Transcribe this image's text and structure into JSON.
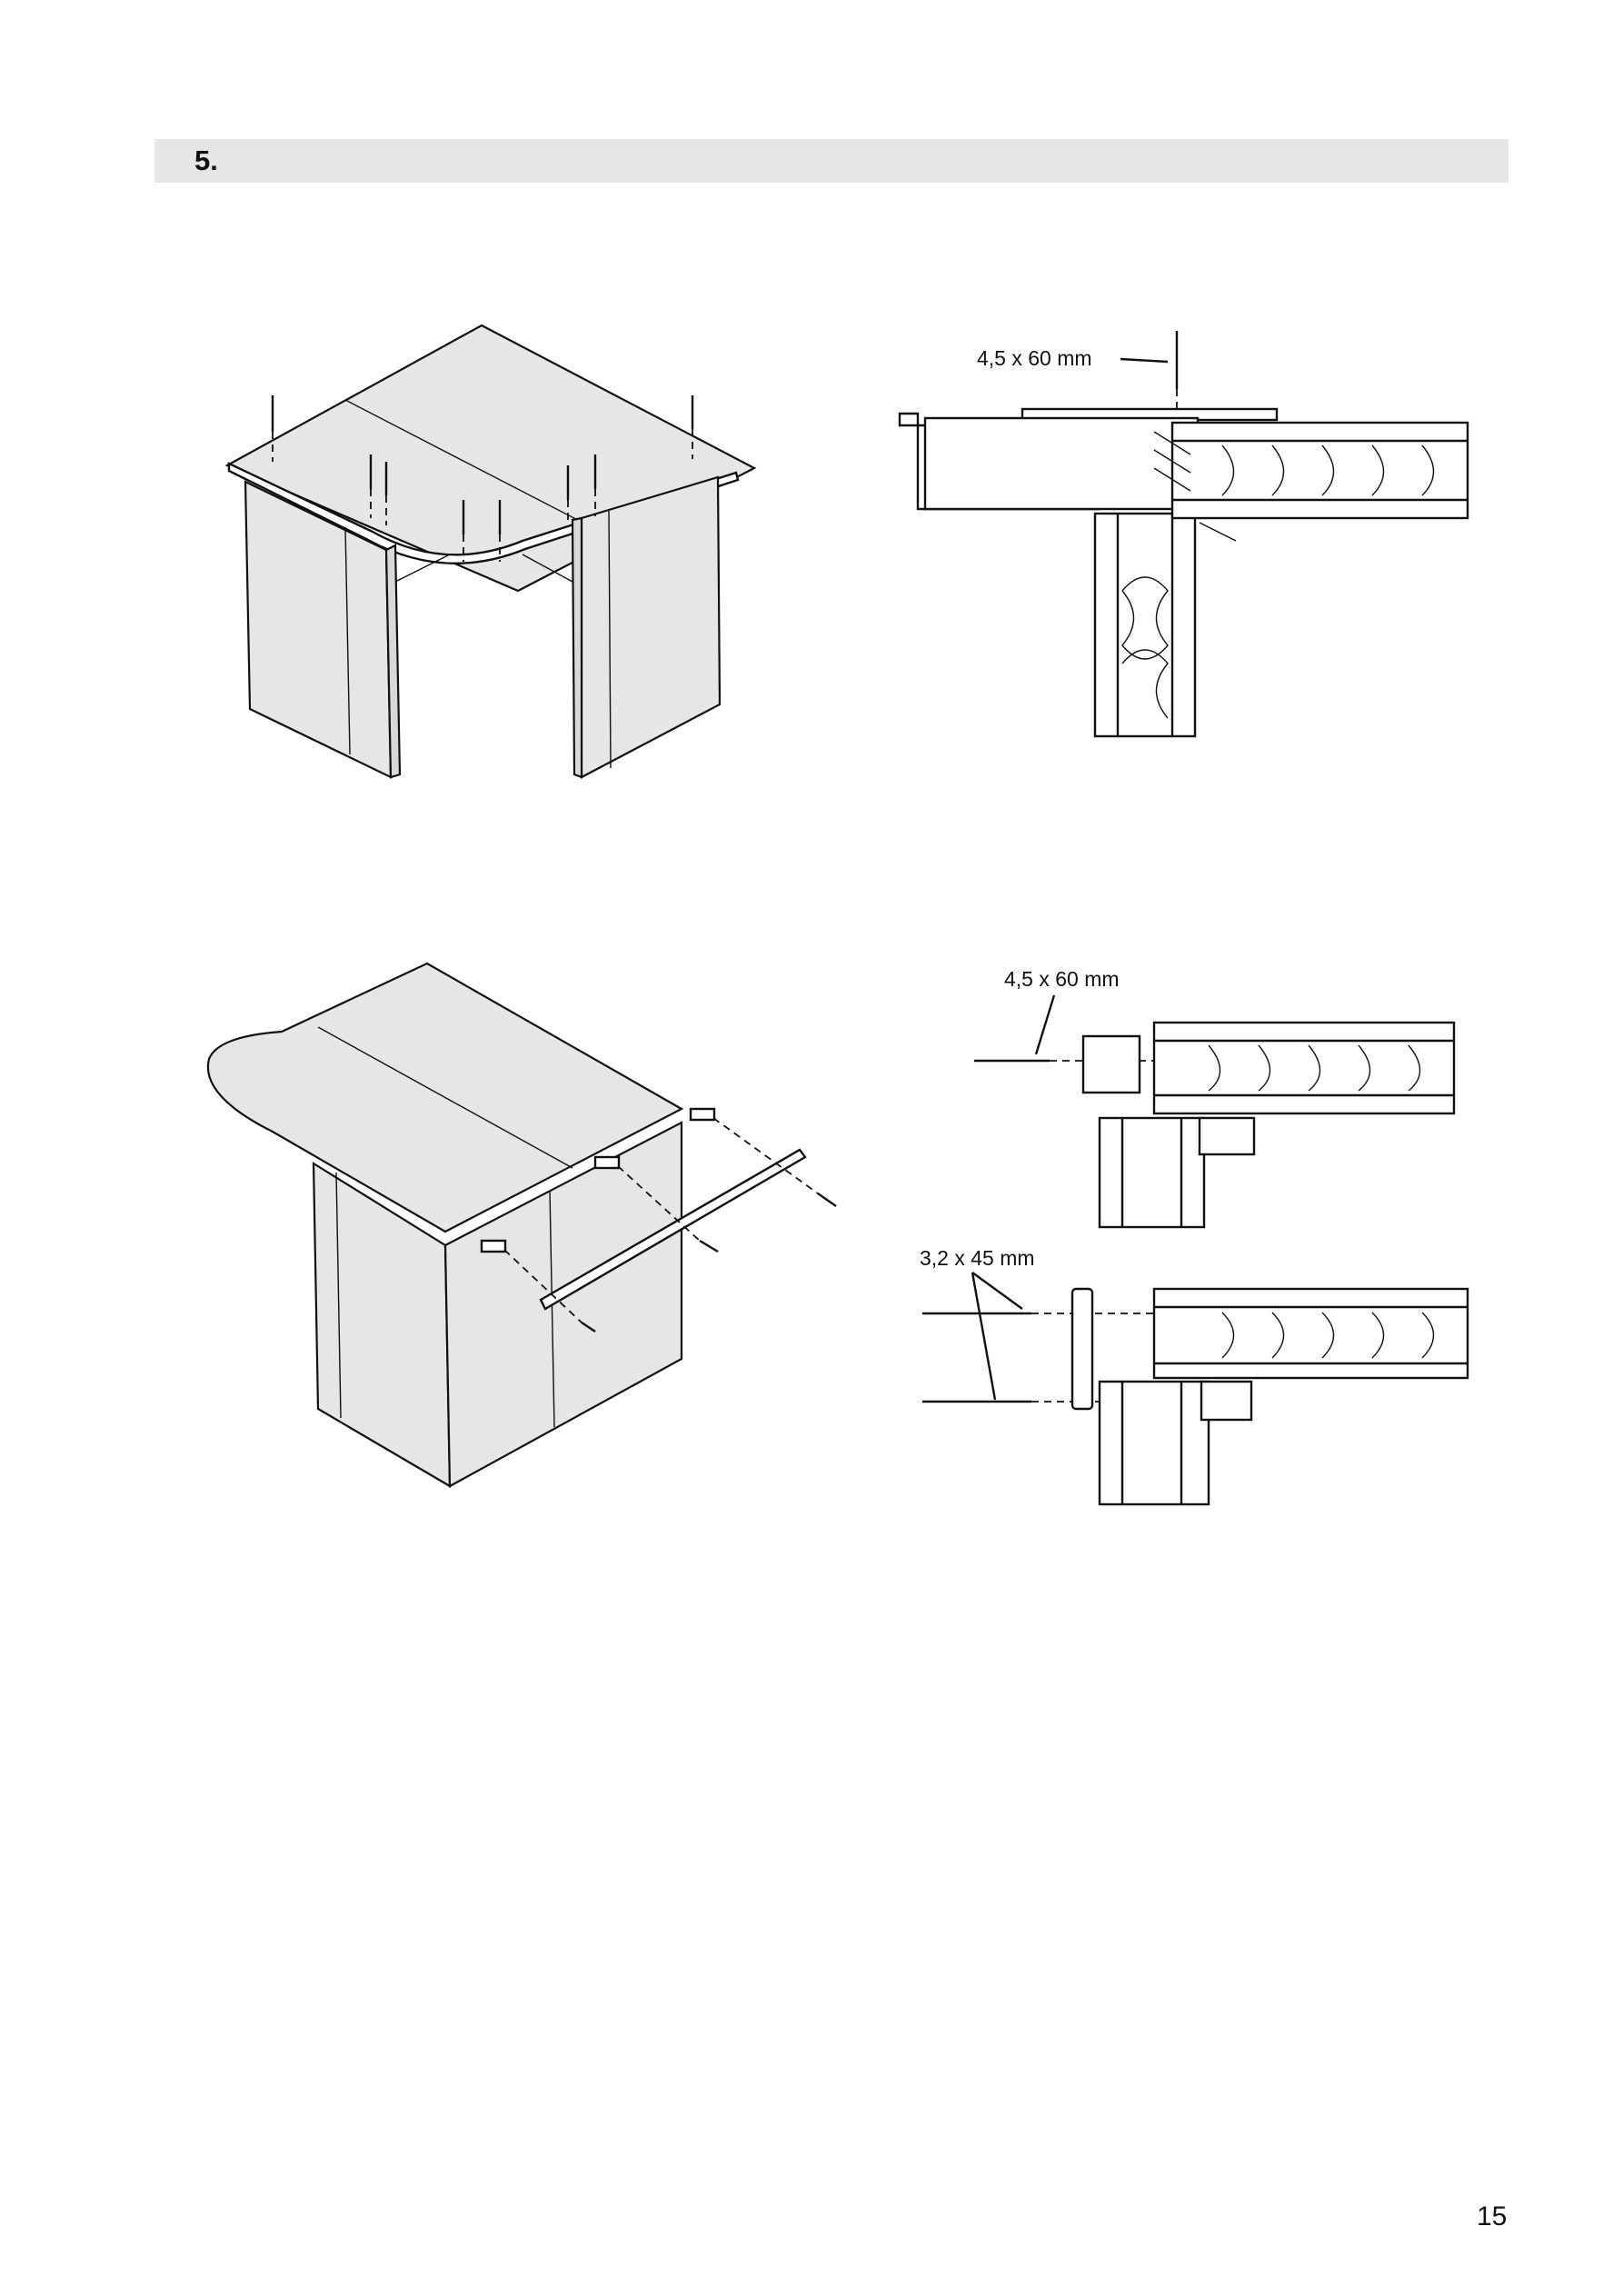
{
  "header": {
    "step_number": "5."
  },
  "callouts": {
    "screw_top": "4,5 x 60 mm",
    "screw_side": "4,5 x 60 mm",
    "nail_side": "3,2 x 45 mm"
  },
  "footer": {
    "page_number": "15"
  }
}
